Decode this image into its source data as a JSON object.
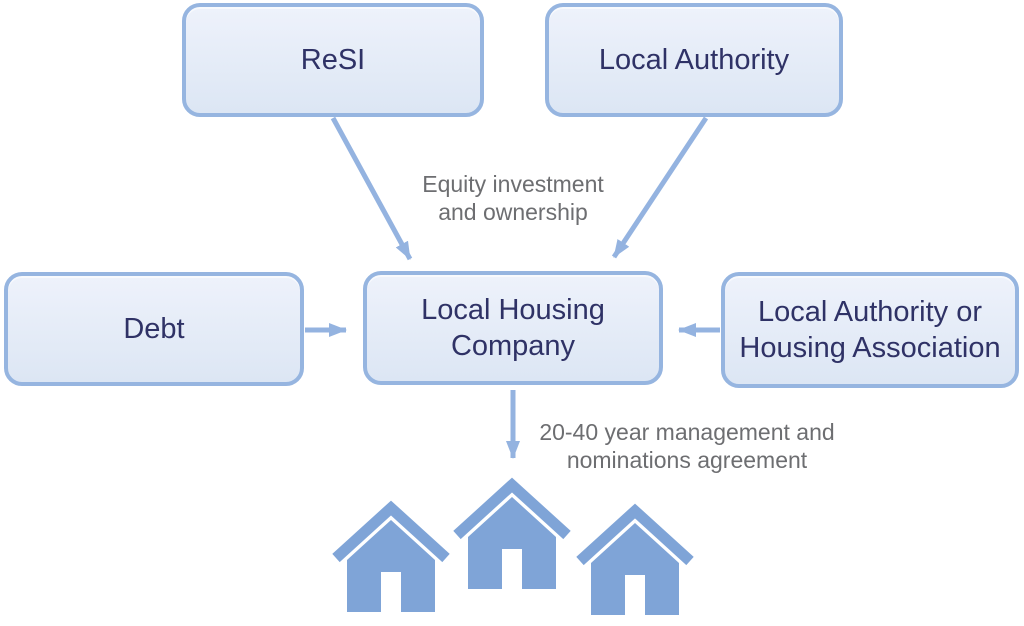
{
  "diagram": {
    "boxes": {
      "resi": "ReSI",
      "local_authority": "Local Authority",
      "debt": "Debt",
      "local_housing_company": "Local Housing Company",
      "owner_manager": "Local Authority or Housing Association"
    },
    "edge_labels": {
      "equity": "Equity investment and ownership",
      "agreement": "20-40 year management and nominations agreement"
    },
    "edges": [
      {
        "from": "ReSI",
        "to": "Local Housing Company",
        "label": "Equity investment and ownership"
      },
      {
        "from": "Local Authority",
        "to": "Local Housing Company",
        "label": "Equity investment and ownership"
      },
      {
        "from": "Debt",
        "to": "Local Housing Company",
        "label": ""
      },
      {
        "from": "Local Authority or Housing Association",
        "to": "Local Housing Company",
        "label": ""
      },
      {
        "from": "Local Housing Company",
        "to": "houses",
        "label": "20-40 year management and nominations agreement"
      }
    ],
    "houses": {
      "count": 3,
      "icon": "house-icon"
    },
    "colors": {
      "box_border": "#96b5e0",
      "box_fill_top": "#eef2fb",
      "box_fill_bottom": "#dce6f4",
      "box_text": "#2f3266",
      "arrow": "#94b3e0",
      "edge_label_text": "#6d6e71",
      "house": "#7fa4d7"
    }
  }
}
